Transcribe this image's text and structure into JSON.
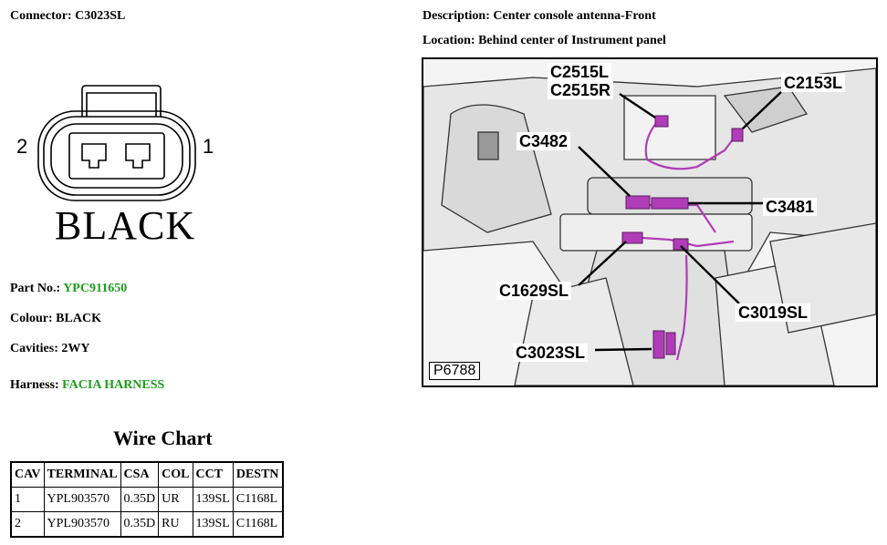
{
  "connector": {
    "label": "Connector:",
    "value": "C3023SL",
    "color_text": "BLACK",
    "pin_left": "2",
    "pin_right": "1"
  },
  "description": {
    "label": "Description:",
    "value": "Center console antenna-Front"
  },
  "location": {
    "label": "Location:",
    "value": "Behind center of Instrument panel"
  },
  "part_no": {
    "label": "Part No.:",
    "value": "YPC911650"
  },
  "colour": {
    "label": "Colour:",
    "value": "BLACK"
  },
  "cavities": {
    "label": "Cavities:",
    "value": "2WY"
  },
  "harness": {
    "label": "Harness:",
    "value": "FACIA HARNESS"
  },
  "wire_chart": {
    "title": "Wire Chart",
    "headers": [
      "CAV",
      "TERMINAL",
      "CSA",
      "COL",
      "CCT",
      "DESTN"
    ],
    "rows": [
      [
        "1",
        "YPL903570",
        "0.35D",
        "UR",
        "139SL",
        "C1168L"
      ],
      [
        "2",
        "YPL903570",
        "0.35D",
        "RU",
        "139SL",
        "C1168L"
      ]
    ]
  },
  "location_image": {
    "image_id": "P6788",
    "callouts": [
      "C2515L",
      "C2515R",
      "C2153L",
      "C3482",
      "C3481",
      "C1629SL",
      "C3019SL",
      "C3023SL"
    ]
  },
  "colors": {
    "accent_green": "#1f9b1f",
    "connector_highlight": "#b03cb8"
  }
}
